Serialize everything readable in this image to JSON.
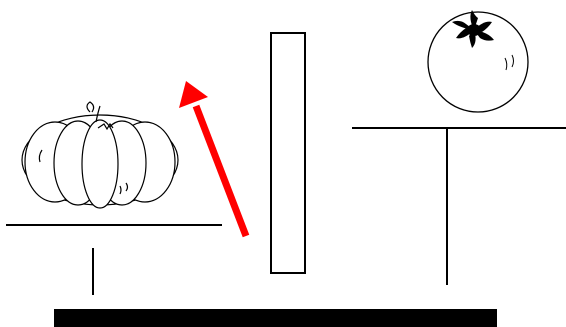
{
  "scene": {
    "background_color": "#ffffff",
    "line_color": "#000000",
    "arrow_color": "#ff0000",
    "objects": [
      {
        "name": "pumpkin",
        "icon": "pumpkin-icon"
      },
      {
        "name": "tomato",
        "icon": "tomato-icon"
      },
      {
        "name": "left-shelf"
      },
      {
        "name": "right-table"
      },
      {
        "name": "vertical-board"
      },
      {
        "name": "ground-bar"
      },
      {
        "name": "motion-arrow",
        "direction": "up-left"
      }
    ]
  }
}
